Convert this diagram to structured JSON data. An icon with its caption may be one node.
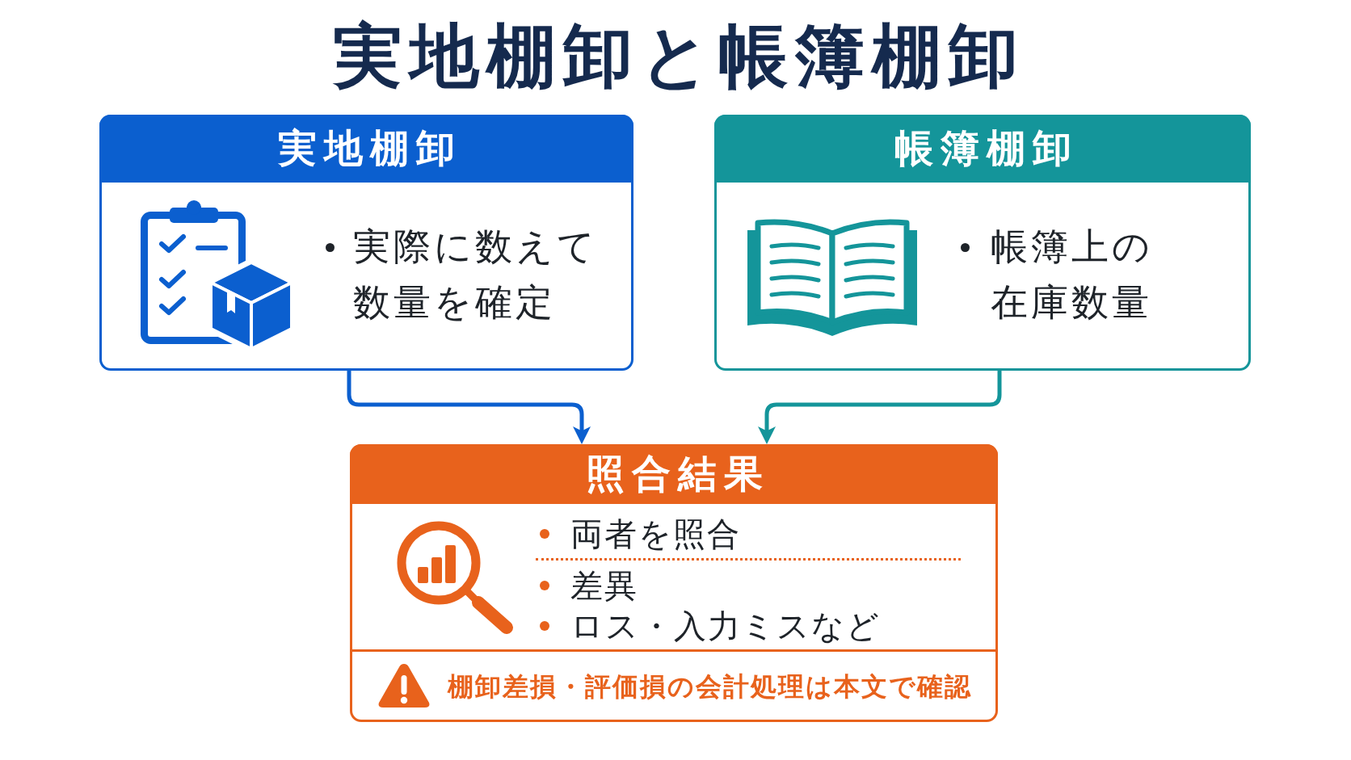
{
  "diagram": {
    "title": "実地棚卸と帳簿棚卸",
    "nodes": [
      {
        "text": [
          "実地棚卸",
          "実際に数えて数量を確定"
        ]
      },
      {
        "text": [
          "帳簿棚卸",
          "帳簿上の在庫数量"
        ]
      },
      {
        "text": [
          "照合結果",
          "両者を照合",
          "差異",
          "ロス・入力ミスなど",
          "棚卸差損・評価損の会計処理は本文で確認"
        ]
      }
    ],
    "edges": [
      {
        "from": 0,
        "to": 2,
        "arrow": "to",
        "color": "#0b5fcf"
      },
      {
        "from": 1,
        "to": 2,
        "arrow": "to",
        "color": "#14959a"
      }
    ]
  }
}
